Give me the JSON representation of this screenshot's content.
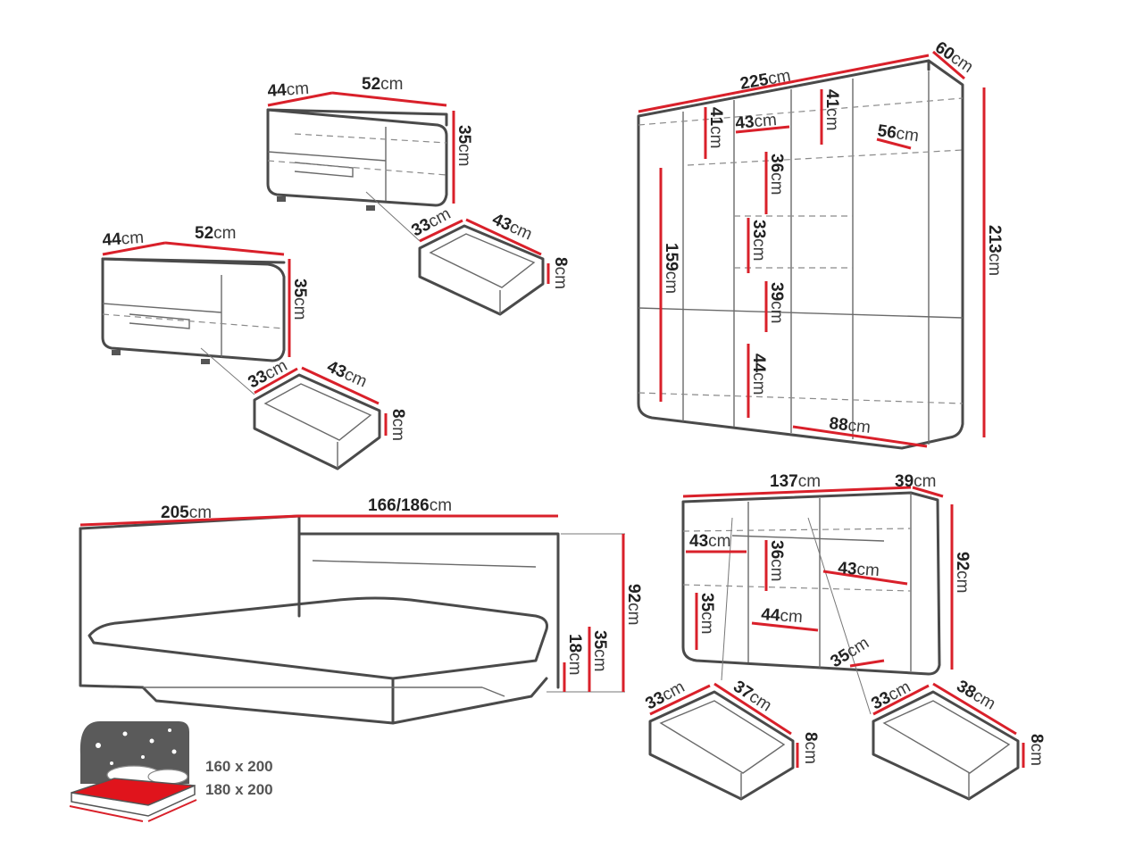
{
  "labels": {
    "ns1_depth": {
      "num": "44",
      "unit": "cm"
    },
    "ns1_width": {
      "num": "52",
      "unit": "cm"
    },
    "ns1_height": {
      "num": "35",
      "unit": "cm"
    },
    "ns1_drawer_depth": {
      "num": "33",
      "unit": "cm"
    },
    "ns1_drawer_width": {
      "num": "43",
      "unit": "cm"
    },
    "ns1_drawer_height": {
      "num": "8",
      "unit": "cm"
    },
    "ns2_depth": {
      "num": "44",
      "unit": "cm"
    },
    "ns2_width": {
      "num": "52",
      "unit": "cm"
    },
    "ns2_height": {
      "num": "35",
      "unit": "cm"
    },
    "ns2_drawer_depth": {
      "num": "33",
      "unit": "cm"
    },
    "ns2_drawer_width": {
      "num": "43",
      "unit": "cm"
    },
    "ns2_drawer_height": {
      "num": "8",
      "unit": "cm"
    },
    "wardrobe_width": {
      "num": "225",
      "unit": "cm"
    },
    "wardrobe_depth": {
      "num": "60",
      "unit": "cm"
    },
    "wardrobe_height": {
      "num": "213",
      "unit": "cm"
    },
    "wardrobe_shelf_top_left": {
      "num": "41",
      "unit": "cm"
    },
    "wardrobe_shelf_width": {
      "num": "43",
      "unit": "cm"
    },
    "wardrobe_shelf_top_right": {
      "num": "41",
      "unit": "cm"
    },
    "wardrobe_inner_depth": {
      "num": "56",
      "unit": "cm"
    },
    "wardrobe_shelf_36": {
      "num": "36",
      "unit": "cm"
    },
    "wardrobe_shelf_33": {
      "num": "33",
      "unit": "cm"
    },
    "wardrobe_hanging": {
      "num": "159",
      "unit": "cm"
    },
    "wardrobe_shelf_39": {
      "num": "39",
      "unit": "cm"
    },
    "wardrobe_shelf_44": {
      "num": "44",
      "unit": "cm"
    },
    "wardrobe_door_width": {
      "num": "88",
      "unit": "cm"
    },
    "bed_total_length": {
      "num": "205",
      "unit": "cm"
    },
    "bed_width": {
      "num": "166/186",
      "unit": "cm"
    },
    "bed_headboard_height": {
      "num": "92",
      "unit": "cm"
    },
    "bed_side_height": {
      "num": "35",
      "unit": "cm"
    },
    "bed_clearance": {
      "num": "18",
      "unit": "cm"
    },
    "dresser_width": {
      "num": "137",
      "unit": "cm"
    },
    "dresser_depth": {
      "num": "39",
      "unit": "cm"
    },
    "dresser_height": {
      "num": "92",
      "unit": "cm"
    },
    "dresser_left_shelf": {
      "num": "43",
      "unit": "cm"
    },
    "dresser_mid_height": {
      "num": "36",
      "unit": "cm"
    },
    "dresser_right_shelf": {
      "num": "43",
      "unit": "cm"
    },
    "dresser_left_height": {
      "num": "35",
      "unit": "cm"
    },
    "dresser_mid_width": {
      "num": "44",
      "unit": "cm"
    },
    "dresser_right_height": {
      "num": "35",
      "unit": "cm"
    },
    "dresser_drawer1_depth": {
      "num": "33",
      "unit": "cm"
    },
    "dresser_drawer1_width": {
      "num": "37",
      "unit": "cm"
    },
    "dresser_drawer1_height": {
      "num": "8",
      "unit": "cm"
    },
    "dresser_drawer2_depth": {
      "num": "33",
      "unit": "cm"
    },
    "dresser_drawer2_width": {
      "num": "38",
      "unit": "cm"
    },
    "dresser_drawer2_height": {
      "num": "8",
      "unit": "cm"
    }
  },
  "mattress_sizes": [
    "160 x 200",
    "180 x 200"
  ],
  "colors": {
    "dimension": "#d9202a",
    "outline": "#4a4a4a",
    "text": "#3b3b3b"
  },
  "icons": [
    "bed-night-icon"
  ]
}
